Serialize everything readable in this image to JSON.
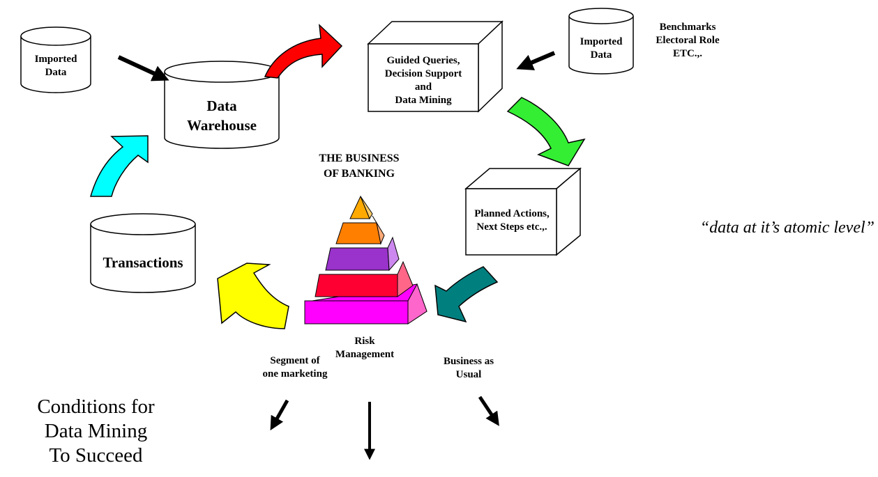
{
  "nodes": {
    "imported_data_left": "Imported\nData",
    "data_warehouse": "Data\nWarehouse",
    "guided_queries": "Guided Queries,\nDecision Support\nand\nData Mining",
    "imported_data_right": "Imported\nData",
    "benchmarks": "Benchmarks\nElectoral Role\nETC.,.",
    "planned_actions": "Planned Actions,\nNext Steps etc.,.",
    "transactions": "Transactions"
  },
  "center": {
    "title": "THE BUSINESS\nOF BANKING"
  },
  "outcomes": {
    "segment": "Segment of\none marketing",
    "risk": "Risk\nManagement",
    "business": "Business as\nUsual"
  },
  "side_note": "“data at it’s atomic level”",
  "caption": "Conditions for\nData Mining\nTo Succeed",
  "colors": {
    "flow_red": "#ff0000",
    "flow_green": "#33ee33",
    "flow_teal": "#007f7f",
    "flow_yellow": "#ffff00",
    "flow_cyan": "#00ffff",
    "pyramid_tiers": [
      "#ffaa00",
      "#ff7f00",
      "#9933cc",
      "#ff0033",
      "#ff00ff"
    ]
  }
}
